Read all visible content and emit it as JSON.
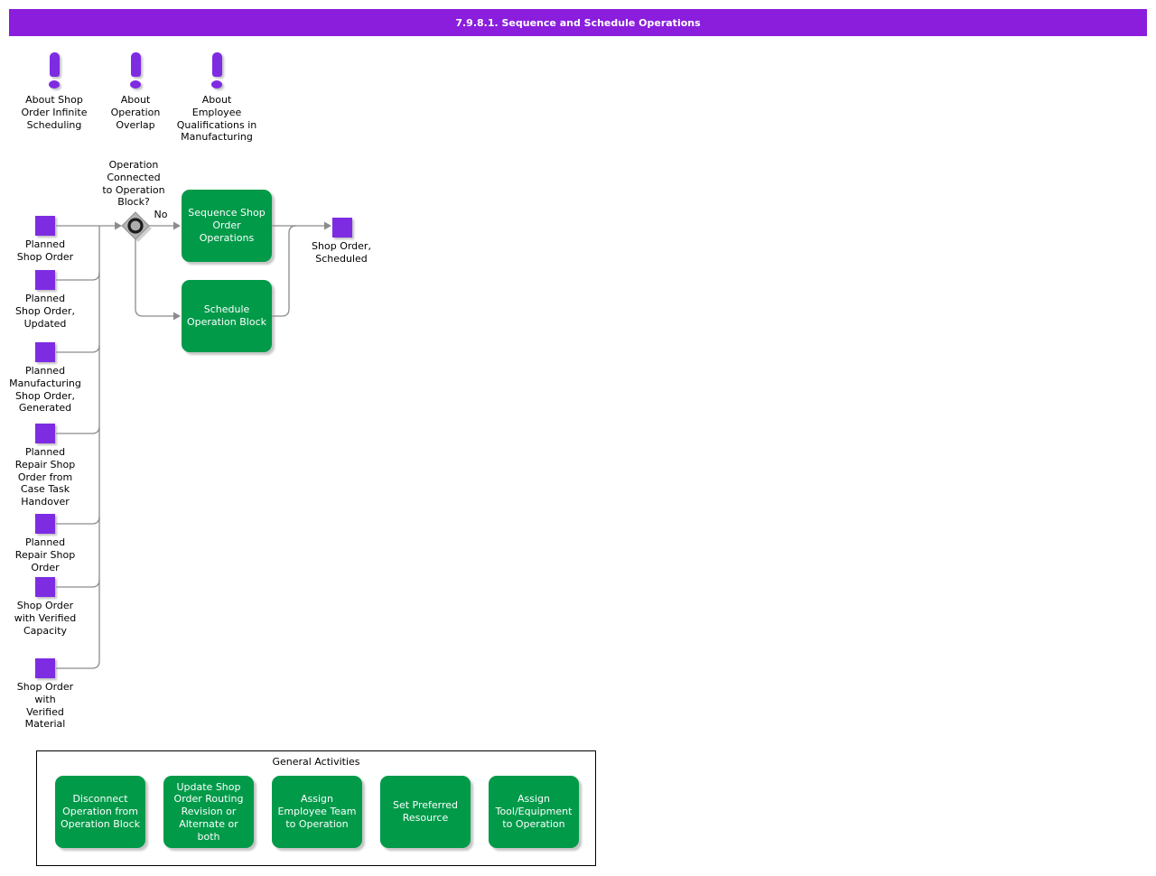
{
  "header": {
    "title": "7.9.8.1. Sequence and Schedule Operations"
  },
  "notes": [
    {
      "label": "About Shop\nOrder Infinite\nScheduling"
    },
    {
      "label": "About\nOperation\nOverlap"
    },
    {
      "label": "About\nEmployee\nQualifications in\nManufacturing"
    }
  ],
  "inputs": [
    {
      "label": "Planned\nShop Order"
    },
    {
      "label": "Planned\nShop Order,\nUpdated"
    },
    {
      "label": "Planned\nManufacturing\nShop Order,\nGenerated"
    },
    {
      "label": "Planned\nRepair Shop\nOrder from\nCase Task\nHandover"
    },
    {
      "label": "Planned\nRepair Shop\nOrder"
    },
    {
      "label": "Shop Order\nwith Verified\nCapacity"
    },
    {
      "label": "Shop Order\nwith\nVerified\nMaterial"
    }
  ],
  "decision": {
    "question": "Operation\nConnected\nto Operation\nBlock?",
    "no_label": "No"
  },
  "activities": [
    {
      "label": "Sequence Shop\nOrder\nOperations"
    },
    {
      "label": "Schedule\nOperation Block"
    }
  ],
  "output": {
    "label": "Shop Order,\nScheduled"
  },
  "general": {
    "title": "General Activities",
    "items": [
      {
        "label": "Disconnect\nOperation from\nOperation Block"
      },
      {
        "label": "Update Shop\nOrder Routing\nRevision or\nAlternate or\nboth"
      },
      {
        "label": "Assign\nEmployee Team\nto Operation"
      },
      {
        "label": "Set Preferred\nResource"
      },
      {
        "label": "Assign\nTool/Equipment\nto Operation"
      }
    ]
  },
  "colors": {
    "header_purple": "#8a1edc",
    "node_purple": "#7e2ce2",
    "activity_green": "#009a49",
    "line_gray": "#8c8c8c"
  }
}
